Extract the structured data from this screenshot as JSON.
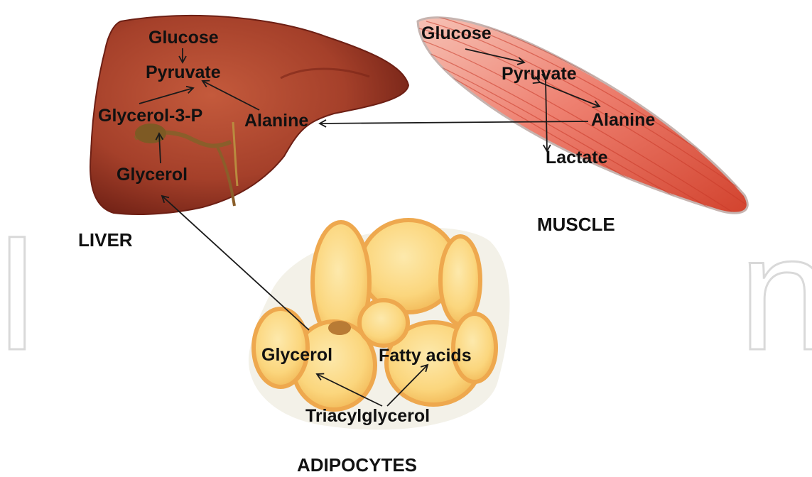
{
  "colors": {
    "liver": "#a5402a",
    "liver_dark": "#6d1f14",
    "muscle": "#ee8070",
    "muscle_dark": "#d2432e",
    "adipocyte_membrane": "#f0b259",
    "adipocyte_fill": "#fbdc8d",
    "arrow": "#1a1a1a",
    "watermark": "#d9d9d9"
  },
  "watermark": {
    "text": "IntechOpen",
    "visible_text": "In  n"
  },
  "organs": {
    "liver": "LIVER",
    "muscle": "MUSCLE",
    "adipocytes": "ADIPOCYTES"
  },
  "liver": {
    "glucose": "Glucose",
    "pyruvate": "Pyruvate",
    "glycerol_3_p": "Glycerol-3-P",
    "alanine": "Alanine",
    "glycerol": "Glycerol"
  },
  "muscle": {
    "glucose": "Glucose",
    "pyruvate": "Pyruvate",
    "alanine": "Alanine",
    "lactate": "Lactate"
  },
  "adipocytes": {
    "glycerol": "Glycerol",
    "fatty_acids": "Fatty acids",
    "triacylglycerol": "Triacylglycerol"
  }
}
